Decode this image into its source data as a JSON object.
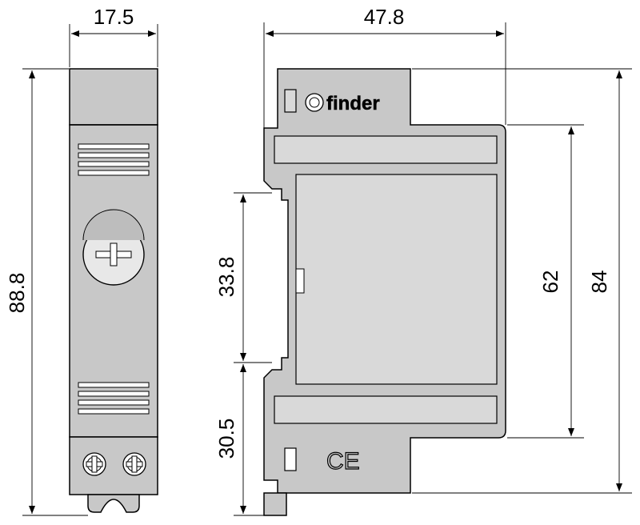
{
  "dimensions": {
    "front_width": "17.5",
    "front_height": "88.8",
    "side_width": "47.8",
    "rail_height": "33.8",
    "bottom_height": "30.5",
    "panel_height": "62",
    "total_height": "84"
  },
  "brand": {
    "logo_text": "finder"
  },
  "marks": {
    "ce": "CE"
  },
  "colors": {
    "body": "#c8c8c8",
    "panel": "#d9d9d9",
    "stroke": "#000000"
  }
}
